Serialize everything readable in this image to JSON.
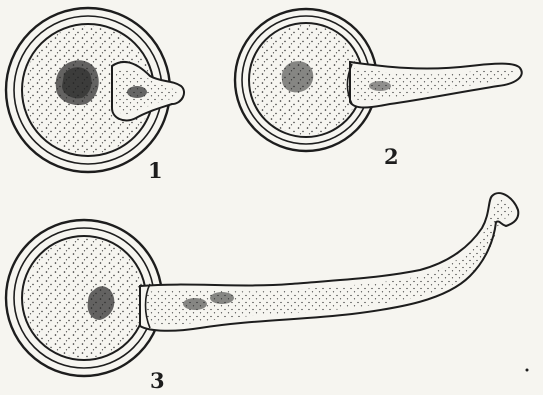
{
  "figures": [
    {
      "label": "1"
    },
    {
      "label": "2"
    },
    {
      "label": "3"
    }
  ],
  "colors": {
    "paper": "#f6f5f0",
    "ink": "#1d1d1d",
    "stipple": "#2a2a2a"
  }
}
